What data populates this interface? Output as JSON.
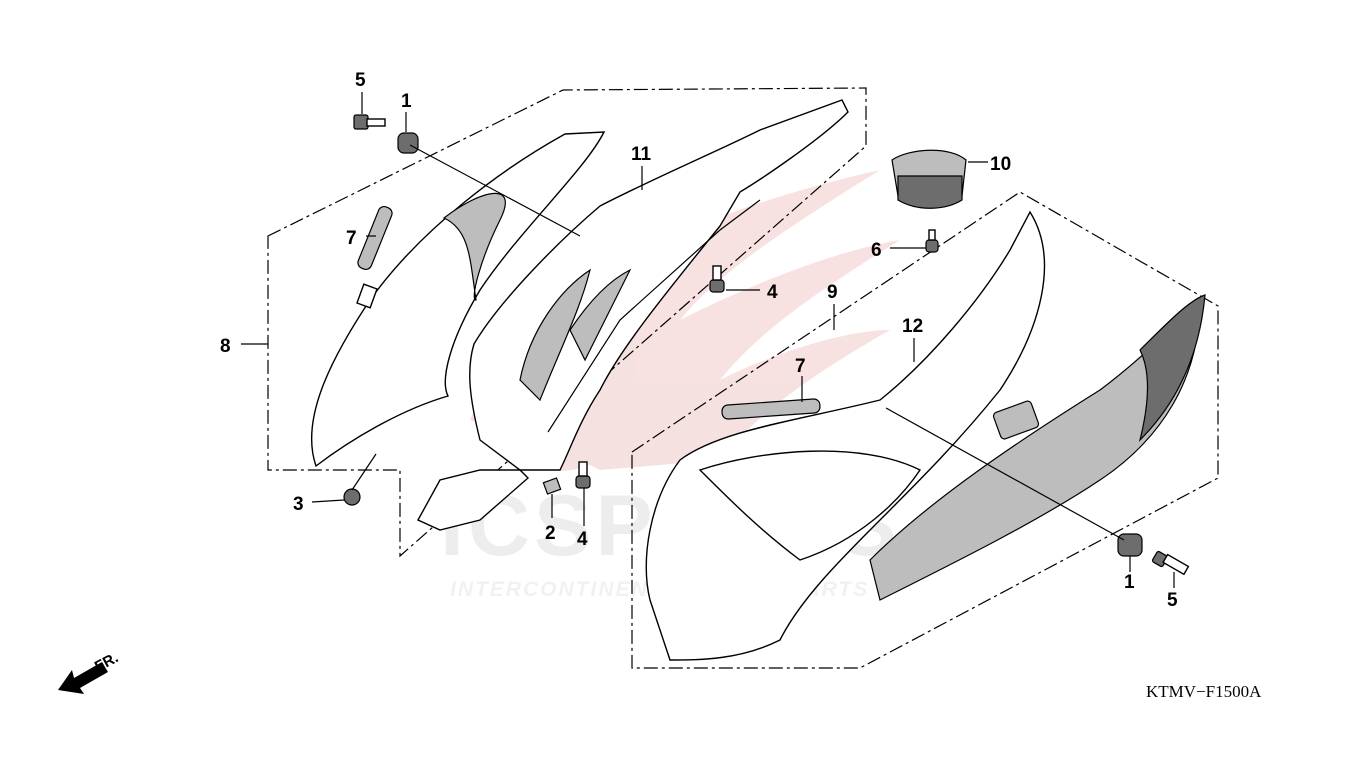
{
  "diagram_code": "KTMV−F1500A",
  "front_indicator": "FR.",
  "watermark": {
    "logo_text": "ICSPARTS",
    "tagline": "INTERCONTINENTAL SPARE PARTS",
    "color": "#e8c4c4"
  },
  "callouts": [
    {
      "id": "c5a",
      "label": "5"
    },
    {
      "id": "c1a",
      "label": "1"
    },
    {
      "id": "c11",
      "label": "11"
    },
    {
      "id": "c10",
      "label": "10"
    },
    {
      "id": "c7a",
      "label": "7"
    },
    {
      "id": "c6",
      "label": "6"
    },
    {
      "id": "c4a",
      "label": "4"
    },
    {
      "id": "c9",
      "label": "9"
    },
    {
      "id": "c8",
      "label": "8"
    },
    {
      "id": "c12",
      "label": "12"
    },
    {
      "id": "c7b",
      "label": "7"
    },
    {
      "id": "c3",
      "label": "3"
    },
    {
      "id": "c2",
      "label": "2"
    },
    {
      "id": "c4b",
      "label": "4"
    },
    {
      "id": "c1b",
      "label": "1"
    },
    {
      "id": "c5b",
      "label": "5"
    }
  ]
}
